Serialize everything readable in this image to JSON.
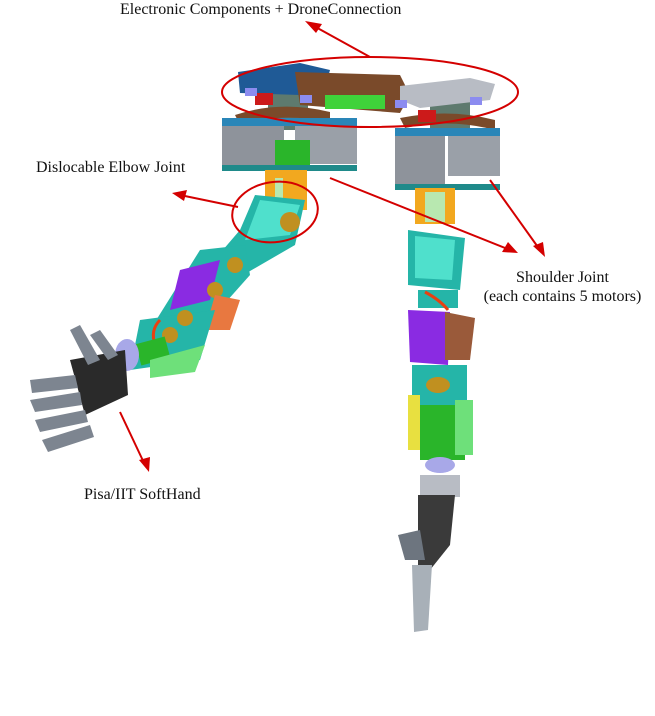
{
  "figure": {
    "labels": {
      "electronics": "Electronic Components + DroneConnection",
      "elbow": "Dislocable Elbow Joint",
      "shoulder_line1": "Shoulder Joint",
      "shoulder_line2": "(each contains 5 motors)",
      "hand": "Pisa/IIT SoftHand"
    },
    "colors": {
      "annotation": "#d40000",
      "platform_blue": "#1f5a96",
      "platform_brown": "#7a4a2a",
      "platform_gray": "#b8bcc4",
      "pcb_green": "#3fd23a",
      "motor_gray": "#8e939b",
      "motor_cap_blue": "#2a86b8",
      "link_teal": "#25b5a8",
      "link_cyan": "#4fe0cc",
      "purple": "#8a2be2",
      "orange_joint": "#f2a81f",
      "green_motor": "#2ab52a",
      "lavender": "#a8a8e8",
      "hand_dark": "#2a2a2a",
      "finger_gray": "#7d8590"
    }
  }
}
